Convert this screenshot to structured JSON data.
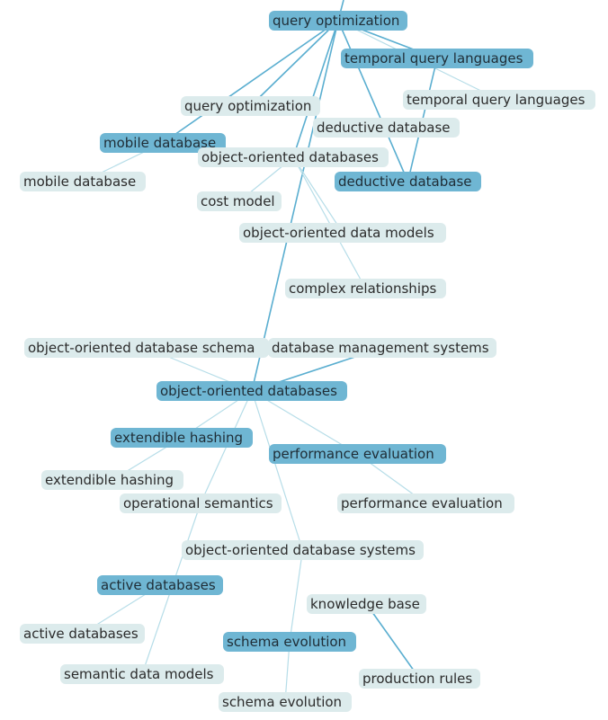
{
  "colors": {
    "dark_node": "#6fb6d3",
    "light_node": "#dcebec",
    "edge": "#5aaed0",
    "edge_light": "#b6dde8"
  },
  "nodes": {
    "n1": {
      "label": "query optimization",
      "style": "dark"
    },
    "n2": {
      "label": "temporal query languages",
      "style": "dark"
    },
    "n3": {
      "label": "temporal query languages",
      "style": "light"
    },
    "n4": {
      "label": "query optimization",
      "style": "light"
    },
    "n5": {
      "label": "deductive database",
      "style": "light"
    },
    "n6": {
      "label": "mobile database",
      "style": "dark"
    },
    "n7": {
      "label": "object-oriented databases",
      "style": "light"
    },
    "n8": {
      "label": "mobile database",
      "style": "light"
    },
    "n9": {
      "label": "deductive database",
      "style": "dark"
    },
    "n10": {
      "label": "cost model",
      "style": "light"
    },
    "n11": {
      "label": "object-oriented data models",
      "style": "light"
    },
    "n12": {
      "label": "complex relationships",
      "style": "light"
    },
    "n13": {
      "label": "object-oriented database schema",
      "style": "light"
    },
    "n14": {
      "label": "database management systems",
      "style": "light"
    },
    "n15": {
      "label": "object-oriented databases",
      "style": "dark"
    },
    "n16": {
      "label": "extendible hashing",
      "style": "dark"
    },
    "n17": {
      "label": "performance evaluation",
      "style": "dark"
    },
    "n18": {
      "label": "extendible hashing",
      "style": "light"
    },
    "n19": {
      "label": "operational semantics",
      "style": "light"
    },
    "n20": {
      "label": "performance evaluation",
      "style": "light"
    },
    "n21": {
      "label": "object-oriented database systems",
      "style": "light"
    },
    "n22": {
      "label": "active databases",
      "style": "dark"
    },
    "n23": {
      "label": "knowledge base",
      "style": "light"
    },
    "n24": {
      "label": "active databases",
      "style": "light"
    },
    "n25": {
      "label": "schema evolution",
      "style": "dark"
    },
    "n26": {
      "label": "semantic data models",
      "style": "light"
    },
    "n27": {
      "label": "production rules",
      "style": "light"
    },
    "n28": {
      "label": "schema evolution",
      "style": "light"
    }
  },
  "edges": [
    {
      "from": "n1",
      "to": "n2",
      "strength": "strong"
    },
    {
      "from": "n1",
      "to": "n4",
      "strength": "strong"
    },
    {
      "from": "n1",
      "to": "n6",
      "strength": "strong"
    },
    {
      "from": "n1",
      "to": "n7",
      "strength": "strong"
    },
    {
      "from": "n1",
      "to": "n9",
      "strength": "strong"
    },
    {
      "from": "n1",
      "to": "n15",
      "strength": "strong"
    },
    {
      "from": "n1",
      "to": "n3",
      "strength": "weak"
    },
    {
      "from": "n2",
      "to": "n9",
      "strength": "strong"
    },
    {
      "from": "n6",
      "to": "n8",
      "strength": "weak"
    },
    {
      "from": "n7",
      "to": "n10",
      "strength": "weak"
    },
    {
      "from": "n7",
      "to": "n11",
      "strength": "weak"
    },
    {
      "from": "n7",
      "to": "n12",
      "strength": "weak"
    },
    {
      "from": "n15",
      "to": "n13",
      "strength": "weak"
    },
    {
      "from": "n15",
      "to": "n14",
      "strength": "strong"
    },
    {
      "from": "n15",
      "to": "n16",
      "strength": "weak"
    },
    {
      "from": "n15",
      "to": "n17",
      "strength": "weak"
    },
    {
      "from": "n15",
      "to": "n19",
      "strength": "weak"
    },
    {
      "from": "n15",
      "to": "n21",
      "strength": "weak"
    },
    {
      "from": "n16",
      "to": "n18",
      "strength": "weak"
    },
    {
      "from": "n17",
      "to": "n20",
      "strength": "weak"
    },
    {
      "from": "n19",
      "to": "n26",
      "strength": "weak"
    },
    {
      "from": "n21",
      "to": "n25",
      "strength": "weak"
    },
    {
      "from": "n22",
      "to": "n24",
      "strength": "weak"
    },
    {
      "from": "n25",
      "to": "n28",
      "strength": "weak"
    },
    {
      "from": "n23",
      "to": "n27",
      "strength": "strong"
    }
  ]
}
